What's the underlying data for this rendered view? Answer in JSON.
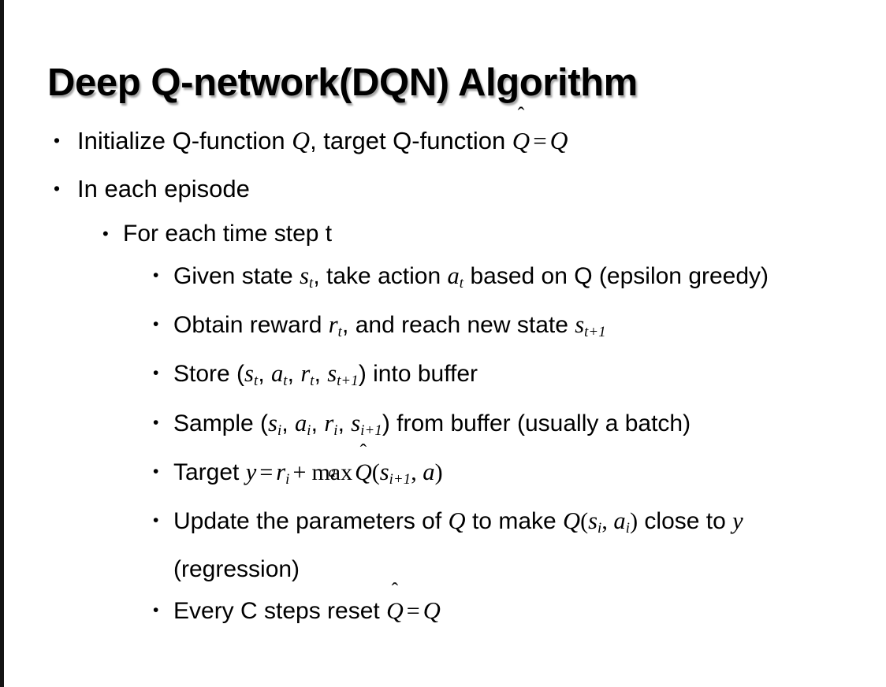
{
  "slide": {
    "title": "Deep Q-network(DQN) Algorithm",
    "bullet_glyph": "•",
    "background_color": "#ffffff",
    "text_color": "#000000",
    "edge_band_color": "#141414"
  },
  "content": {
    "b1": {
      "prefix": "Initialize Q-function ",
      "var_q": "Q",
      "mid": ", target Q-function ",
      "hat_q": "Q",
      "hat_accent": "̂",
      "equals": "=",
      "tail_q": "Q"
    },
    "b2": {
      "text": "In each episode"
    },
    "b3": {
      "text": "For each time step t"
    },
    "b4": {
      "p1": "Given state ",
      "s": "s",
      "s_sub": "t",
      "p2": ", take action ",
      "a": "a",
      "a_sub": "t",
      "p3": " based on Q (epsilon greedy)"
    },
    "b5": {
      "p1": "Obtain reward ",
      "r": "r",
      "r_sub": "t",
      "p2": ", and reach new state ",
      "s": "s",
      "s_sub": "t+1"
    },
    "b6": {
      "p1": "Store (",
      "s": "s",
      "s_sub": "t",
      "c1": ", ",
      "a": "a",
      "a_sub": "t",
      "c2": ", ",
      "r": "r",
      "r_sub": "t",
      "c3": ", ",
      "s2": "s",
      "s2_sub": "t+1",
      "p2": ") into buffer"
    },
    "b7": {
      "p1": "Sample (",
      "s": "s",
      "s_sub": "i",
      "c1": ", ",
      "a": "a",
      "a_sub": "i",
      "c2": ", ",
      "r": "r",
      "r_sub": "i",
      "c3": ", ",
      "s2": "s",
      "s2_sub": "i+1",
      "p2": ") from buffer (usually a batch)"
    },
    "b8": {
      "p1": "Target ",
      "y": "y",
      "eq": "=",
      "r": "r",
      "r_sub": "i",
      "plus": "+",
      "max": "max",
      "max_sub": "a",
      "hat_q": "Q",
      "hat_accent": "̂",
      "paren_open": "(",
      "s": "s",
      "s_sub": "i+1",
      "comma": ", ",
      "a": "a",
      "paren_close": ")"
    },
    "b9": {
      "p1": "Update the parameters of ",
      "q1": "Q",
      "p2": " to make ",
      "q2": "Q",
      "paren_open": "(",
      "s": "s",
      "s_sub": "i",
      "comma": ", ",
      "a": "a",
      "a_sub": "i",
      "paren_close": ")",
      "p3": " close to ",
      "y": "y",
      "p4": " (regression)"
    },
    "b10": {
      "p1": "Every C steps reset ",
      "hat_q": "Q",
      "hat_accent": "̂",
      "equals": "=",
      "tail_q": "Q"
    }
  }
}
